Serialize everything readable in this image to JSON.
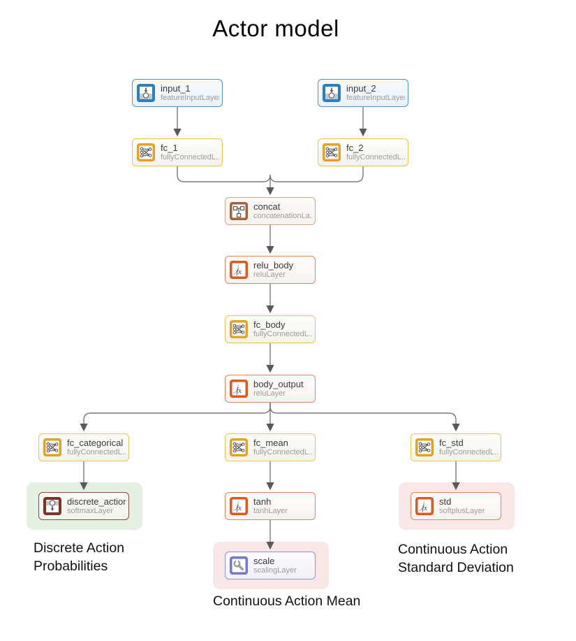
{
  "title": "Actor model",
  "nodes": {
    "input_1": {
      "name": "input_1",
      "type": "featureInputLayer"
    },
    "input_2": {
      "name": "input_2",
      "type": "featureInputLayer"
    },
    "fc_1": {
      "name": "fc_1",
      "type": "fullyConnectedL..."
    },
    "fc_2": {
      "name": "fc_2",
      "type": "fullyConnectedL..."
    },
    "concat": {
      "name": "concat",
      "type": "concatenationLa..."
    },
    "relu_body": {
      "name": "relu_body",
      "type": "reluLayer"
    },
    "fc_body": {
      "name": "fc_body",
      "type": "fullyConnectedL..."
    },
    "body_output": {
      "name": "body_output",
      "type": "reluLayer"
    },
    "fc_categorical": {
      "name": "fc_categorical",
      "type": "fullyConnectedL..."
    },
    "fc_mean": {
      "name": "fc_mean",
      "type": "fullyConnectedL..."
    },
    "fc_std": {
      "name": "fc_std",
      "type": "fullyConnectedL..."
    },
    "discrete_action": {
      "name": "discrete_action_p",
      "type": "softmaxLayer"
    },
    "tanh": {
      "name": "tanh",
      "type": "tanhLayer"
    },
    "scale": {
      "name": "scale",
      "type": "scalingLayer"
    },
    "std": {
      "name": "std",
      "type": "softplusLayer"
    }
  },
  "annotations": {
    "discrete": "Discrete Action Probabilities",
    "mean": "Continuous Action Mean",
    "std": "Continuous Action Standard Deviation"
  },
  "colors": {
    "input_border": "#4e95ca",
    "input_icon": "#2d7fbc",
    "fc_border": "#efc24d",
    "fc_icon": "#e2a225",
    "concat_border": "#dca485",
    "concat_icon": "#a5613c",
    "relu_border": "#e68457",
    "fx_icon": "#dc5a20",
    "softmax_border": "#8e4a3a",
    "softmax_icon": "#7f3428",
    "scale_border": "#9292dc",
    "scale_icon": "#7676d2",
    "highlight_green": "#e5efe2",
    "highlight_pink": "#f9e7e7",
    "connector": "#757575"
  }
}
